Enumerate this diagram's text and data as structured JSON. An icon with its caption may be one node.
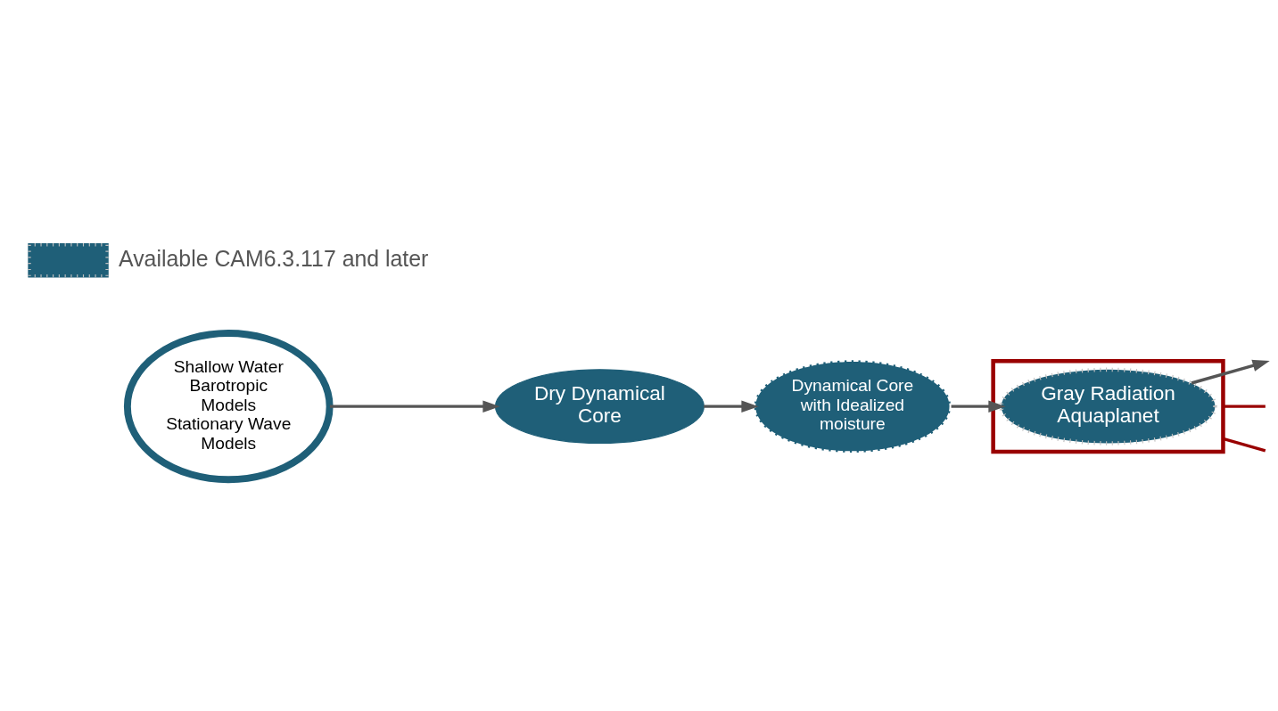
{
  "diagram": {
    "nodes": [
      {
        "text": [],
        "shape": "box"
      },
      {
        "text": [
          "Gray Radiation Aquaplanet"
        ],
        "in": 0
      },
      {
        "text": [
          "Dynamical Core with Idealized moisture"
        ]
      },
      {
        "text": [
          "Dry Dynamical Core"
        ]
      },
      {
        "text": [
          "Shallow Water",
          "Barotropic Models",
          "Stationary Wave Models"
        ]
      }
    ],
    "edges": [
      {
        "from": 4,
        "to": 3,
        "arrow": "to"
      },
      {
        "from": 3,
        "to": 2,
        "arrow": "to"
      },
      {
        "from": 2,
        "to": 1,
        "arrow": "to"
      },
      {
        "from": 1,
        "to": null,
        "arrow": "to"
      },
      {
        "from": 0,
        "to": null,
        "arrow": "none",
        "color": "#990000"
      },
      {
        "from": 0,
        "to": null,
        "arrow": "none",
        "color": "#990000"
      }
    ],
    "legend": [
      {
        "text": "Available CAM6.3.117 and later"
      }
    ]
  }
}
